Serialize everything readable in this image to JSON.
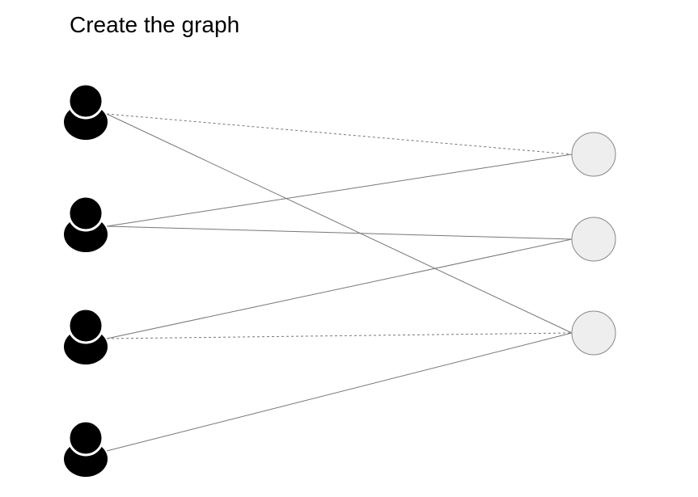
{
  "title": "Create the graph",
  "colors": {
    "user_fill": "#000000",
    "item_fill": "#eeeeee",
    "item_stroke": "#888888",
    "edge": "#777777"
  },
  "icons": {
    "user": "person-icon",
    "item": "circle-node"
  },
  "graph": {
    "users": [
      "user-1",
      "user-2",
      "user-3",
      "user-4"
    ],
    "items": [
      "item-1",
      "item-2",
      "item-3"
    ],
    "edges": [
      {
        "from": "user-1",
        "to": "item-1",
        "style": "dashed"
      },
      {
        "from": "user-1",
        "to": "item-3",
        "style": "solid"
      },
      {
        "from": "user-2",
        "to": "item-1",
        "style": "solid"
      },
      {
        "from": "user-2",
        "to": "item-2",
        "style": "solid"
      },
      {
        "from": "user-3",
        "to": "item-2",
        "style": "solid"
      },
      {
        "from": "user-3",
        "to": "item-3",
        "style": "dashed"
      },
      {
        "from": "user-4",
        "to": "item-3",
        "style": "solid"
      }
    ]
  }
}
